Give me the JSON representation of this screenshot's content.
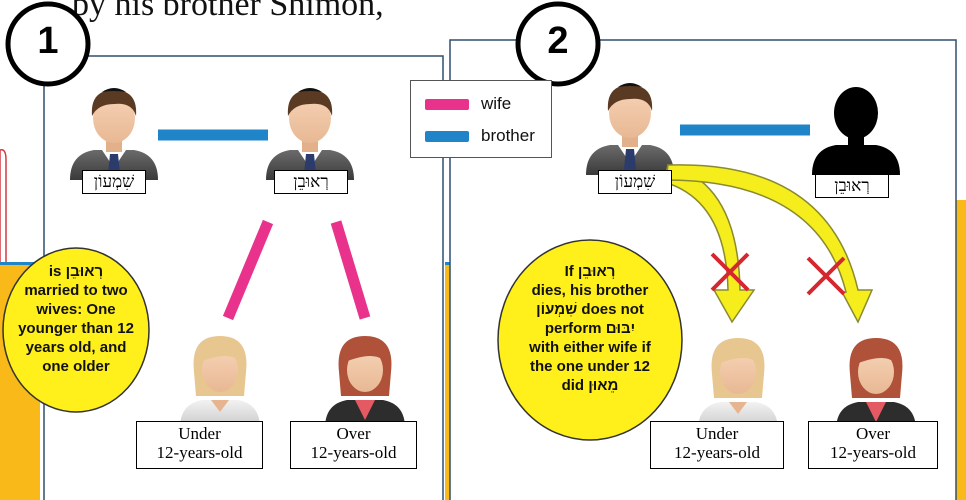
{
  "top_text": "…by his brother Shimon,",
  "colors": {
    "wife": "#e8328c",
    "brother": "#1f84c8",
    "arrow": "#f5ee1c",
    "cross": "#d6262f",
    "callout": "#ffef1a",
    "orange": "#f8b919"
  },
  "legend": [
    {
      "label": "wife",
      "color": "#e8328c"
    },
    {
      "label": "brother",
      "color": "#1f84c8"
    }
  ],
  "panel1": {
    "number": "1",
    "left_person": "שִׁמְעוֹן",
    "right_person": "רְאוּבֵן",
    "wife_young_label_line1": "Under",
    "wife_young_label_line2": "12-years-old",
    "wife_old_label_line1": "Over",
    "wife_old_label_line2": "12-years-old",
    "callout_lines": [
      "רְאוּבֵן is",
      "married to two",
      "wives: One",
      "younger than 12",
      "years old, and",
      "one older"
    ]
  },
  "panel2": {
    "number": "2",
    "left_person": "שִׁמְעוֹן",
    "right_person": "רְאוּבֵן",
    "wife_young_label_line1": "Under",
    "wife_young_label_line2": "12-years-old",
    "wife_old_label_line1": "Over",
    "wife_old_label_line2": "12-years-old",
    "callout_lines": [
      "If רְאוּבֵן",
      "dies, his brother",
      "שִׁמְעוֹן does not",
      "perform יִבּוּם",
      "with either wife if",
      "the one under 12",
      "did מֵאוּן"
    ]
  }
}
